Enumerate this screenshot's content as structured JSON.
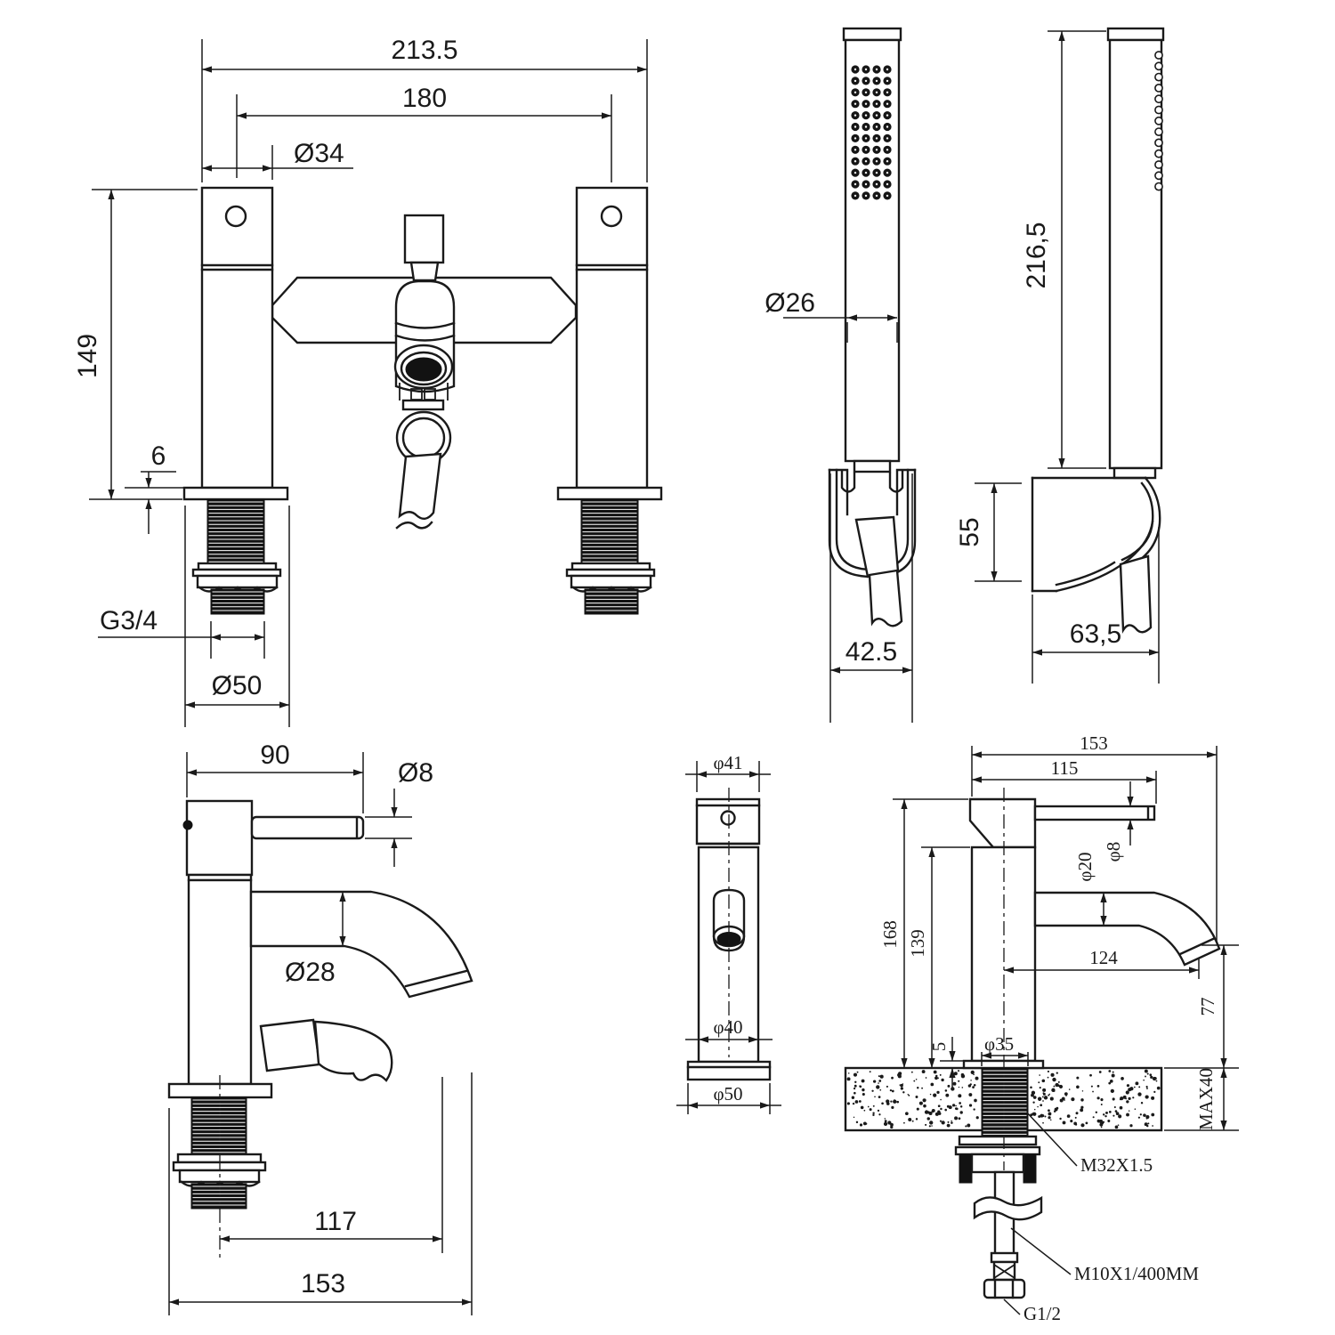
{
  "drawing": {
    "background": "#ffffff",
    "line_color": "#1a1a1a",
    "panels": {
      "bath_shower_mixer_front": {
        "dims": {
          "overall_width": "213.5",
          "pillar_centres": "180",
          "pillar_diameter": "Ø34",
          "body_height": "149",
          "deck_plate_thickness": "6",
          "inlet_thread": "G3/4",
          "flange_diameter": "Ø50"
        }
      },
      "hand_shower_front": {
        "dims": {
          "head_diameter": "Ø26",
          "bracket_width": "42.5"
        }
      },
      "hand_shower_side": {
        "dims": {
          "overall_length": "216,5",
          "bracket_height": "55",
          "bracket_depth": "63,5"
        }
      },
      "basin_tap_side": {
        "dims": {
          "lever_length": "90",
          "lever_diameter": "Ø8",
          "spout_diameter": "Ø28",
          "spout_reach": "117",
          "overall_depth": "153"
        }
      },
      "basin_tap_front": {
        "dims": {
          "head_diameter": "φ41",
          "body_diameter": "φ40",
          "base_diameter": "φ50"
        }
      },
      "basin_tap_section": {
        "dims": {
          "overall_depth": "153",
          "lever_reach": "115",
          "lever_diameter": "φ8",
          "spout_diameter": "φ20",
          "overall_height": "168",
          "spout_base_height": "139",
          "spout_reach": "124",
          "spout_outlet_height": "77",
          "base_plate_thickness": "5",
          "tail_diameter": "φ35",
          "counter_thickness_max": "MAX40",
          "tail_thread": "M32X1.5",
          "supply_hose": "M10X1/400MM",
          "hose_nut_thread": "G1/2"
        }
      }
    }
  }
}
